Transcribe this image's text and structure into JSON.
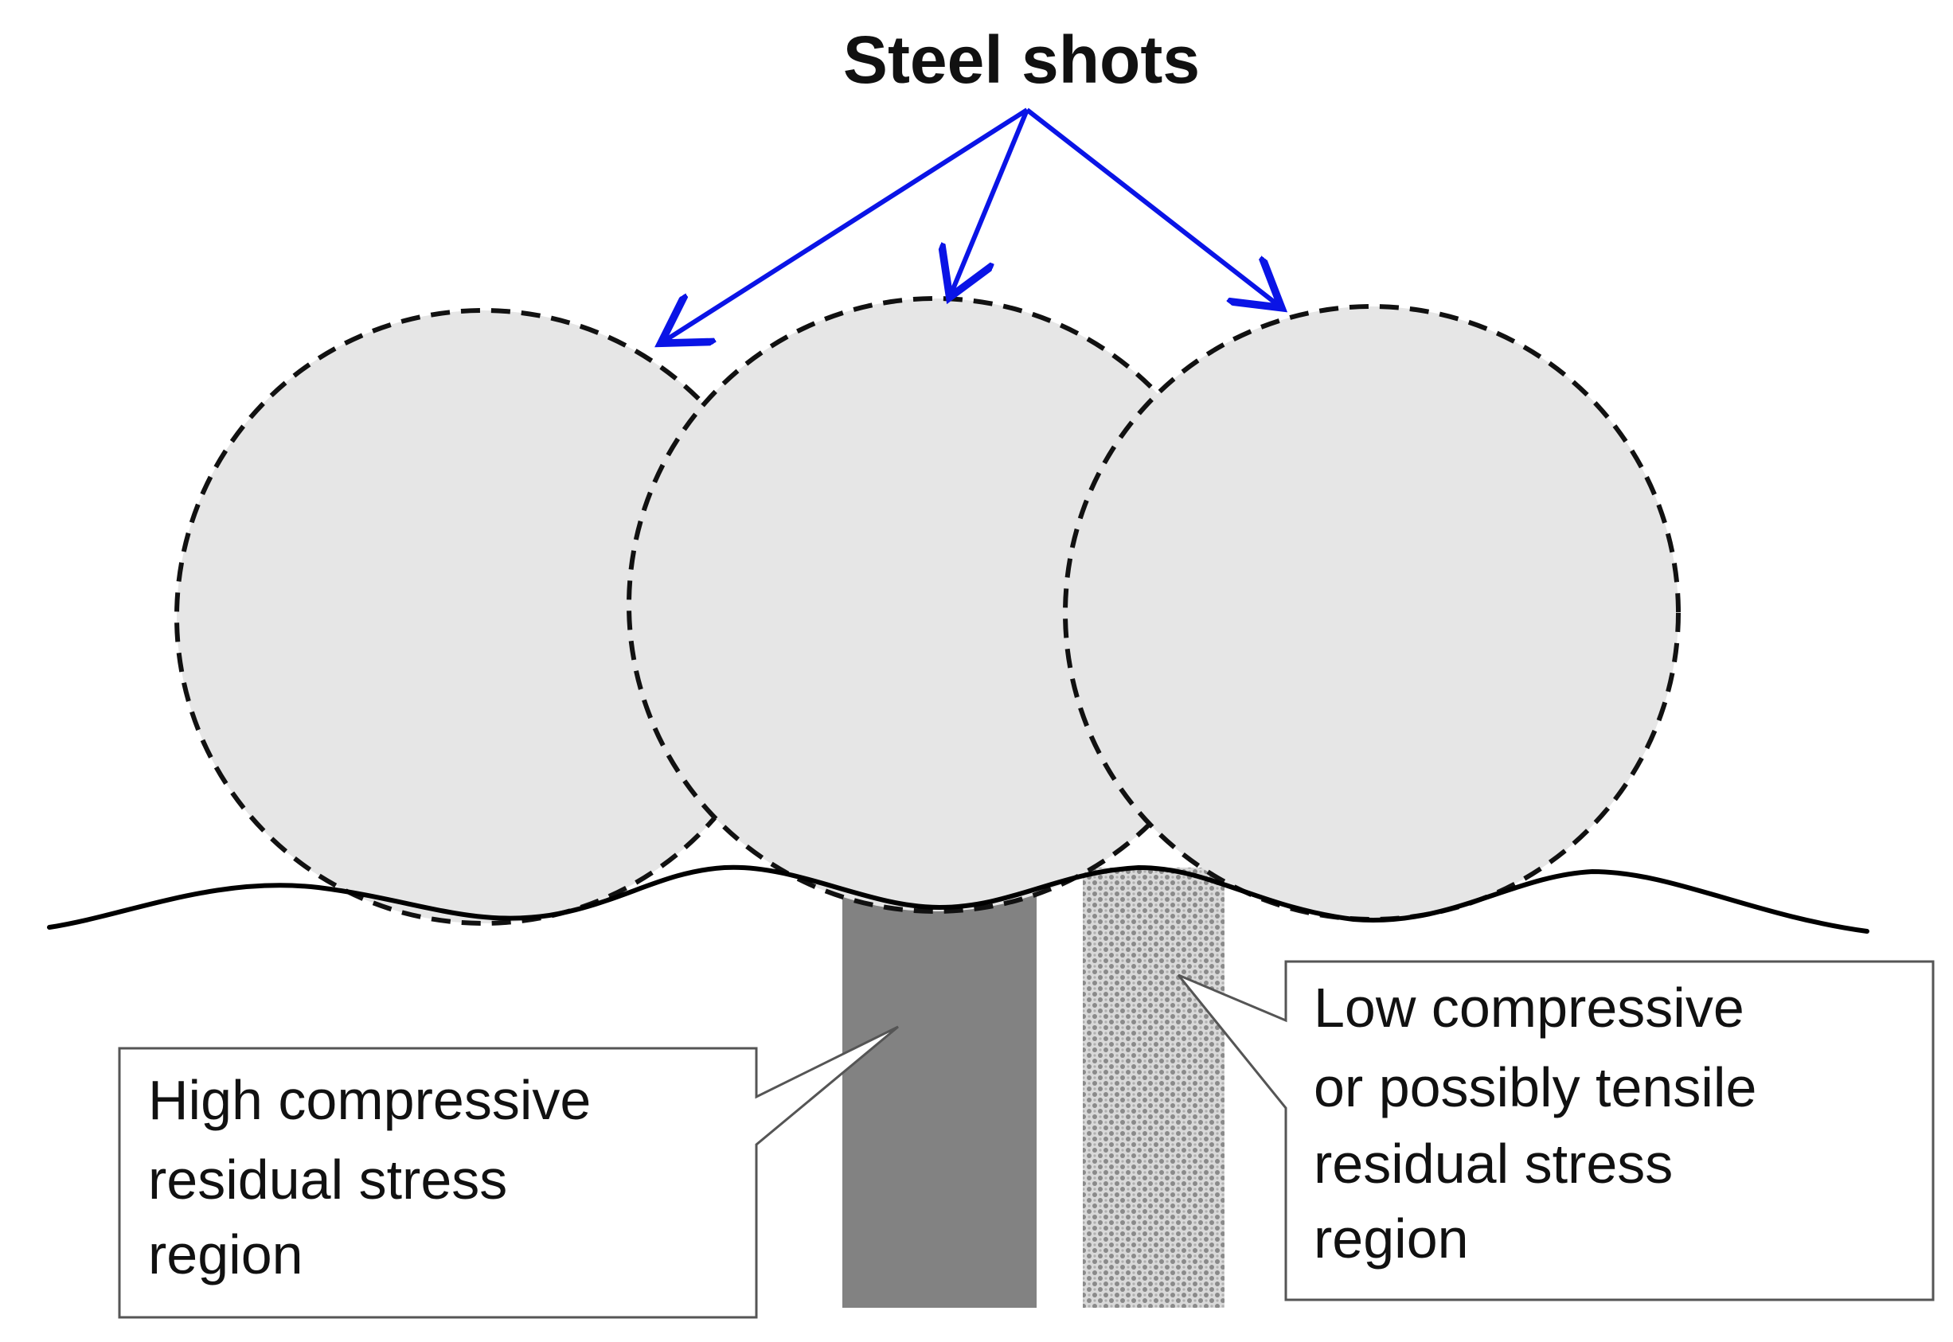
{
  "title": "Steel shots",
  "callouts": {
    "high": {
      "lines": [
        "High compressive",
        "residual stress",
        "region"
      ]
    },
    "low": {
      "lines": [
        "Low compressive",
        "or possibly tensile",
        "residual stress",
        "region"
      ]
    }
  },
  "colors": {
    "arrow": "#0a14e6",
    "shot_fill": "#e6e6e6",
    "shot_outline": "#111111",
    "high_region": "#828282",
    "low_region": "#d9d9d9",
    "surface_line": "#000000"
  }
}
